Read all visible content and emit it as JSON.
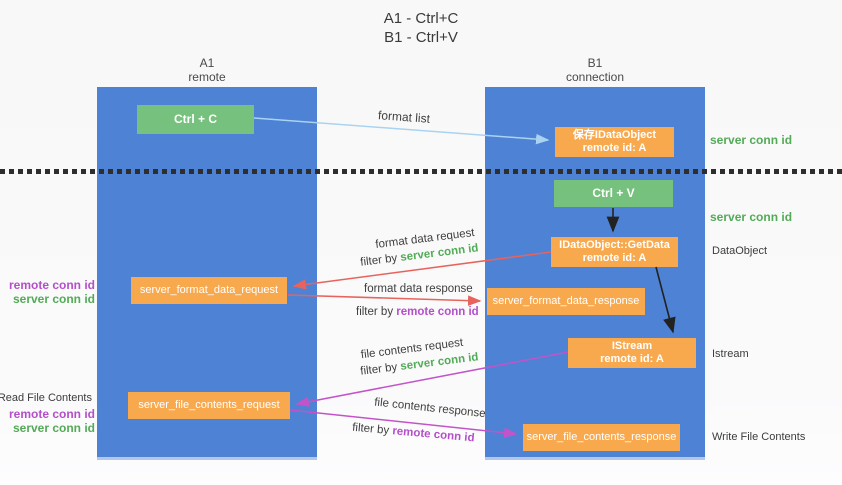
{
  "title": {
    "line1": "A1 - Ctrl+C",
    "line2": "B1 - Ctrl+V"
  },
  "lifelines": {
    "left": {
      "name": "A1",
      "role": "remote"
    },
    "right": {
      "name": "B1",
      "role": "connection"
    }
  },
  "nodes": {
    "ctrl_c": {
      "label": "Ctrl + C"
    },
    "save_dataobject": {
      "line1": "保存IDataObject",
      "line2": "remote id: A"
    },
    "ctrl_v": {
      "label": "Ctrl + V"
    },
    "getdata": {
      "line1": "IDataObject::GetData",
      "line2": "remote id: A"
    },
    "format_request": {
      "label": "server_format_data_request"
    },
    "format_response": {
      "label": "server_format_data_response"
    },
    "istream": {
      "line1": "IStream",
      "line2": "remote id: A"
    },
    "file_request": {
      "label": "server_file_contents_request"
    },
    "file_response": {
      "label": "server_file_contents_response"
    }
  },
  "side_labels": {
    "server_conn_id_top": "server conn id",
    "server_conn_id_mid": "server conn id",
    "dataobject": "DataObject",
    "istream": "Istream",
    "write_file_contents": "Write File Contents",
    "read_file_contents": "Read File Contents",
    "left_group1": {
      "remote": "remote conn id",
      "server": "server conn id"
    },
    "left_group2": {
      "remote": "remote conn id",
      "server": "server conn id"
    }
  },
  "arrow_labels": {
    "format_list": "format list",
    "format_data_request": "format data request",
    "format_data_request_filter": {
      "prefix": "filter by ",
      "id": "server conn id"
    },
    "format_data_response": "format data response",
    "format_data_response_filter": {
      "prefix": "filter by ",
      "id": "remote conn id"
    },
    "file_contents_request": "file contents request",
    "file_contents_request_filter": {
      "prefix": "filter by ",
      "id": "server conn id"
    },
    "file_contents_response": "file contents response",
    "file_contents_response_filter": {
      "prefix": "filter by ",
      "id": "remote conn id"
    }
  },
  "colors": {
    "lifeline_blue": "#4e82d4",
    "node_orange": "#f8a94e",
    "node_green": "#77c17e",
    "server_conn_green": "#53ab57",
    "remote_conn_purple": "#b44fc9",
    "arrow_red": "#e8635c",
    "arrow_magenta": "#c353c9",
    "arrow_lightblue": "#a9d3f0",
    "arrow_black": "#222222"
  }
}
